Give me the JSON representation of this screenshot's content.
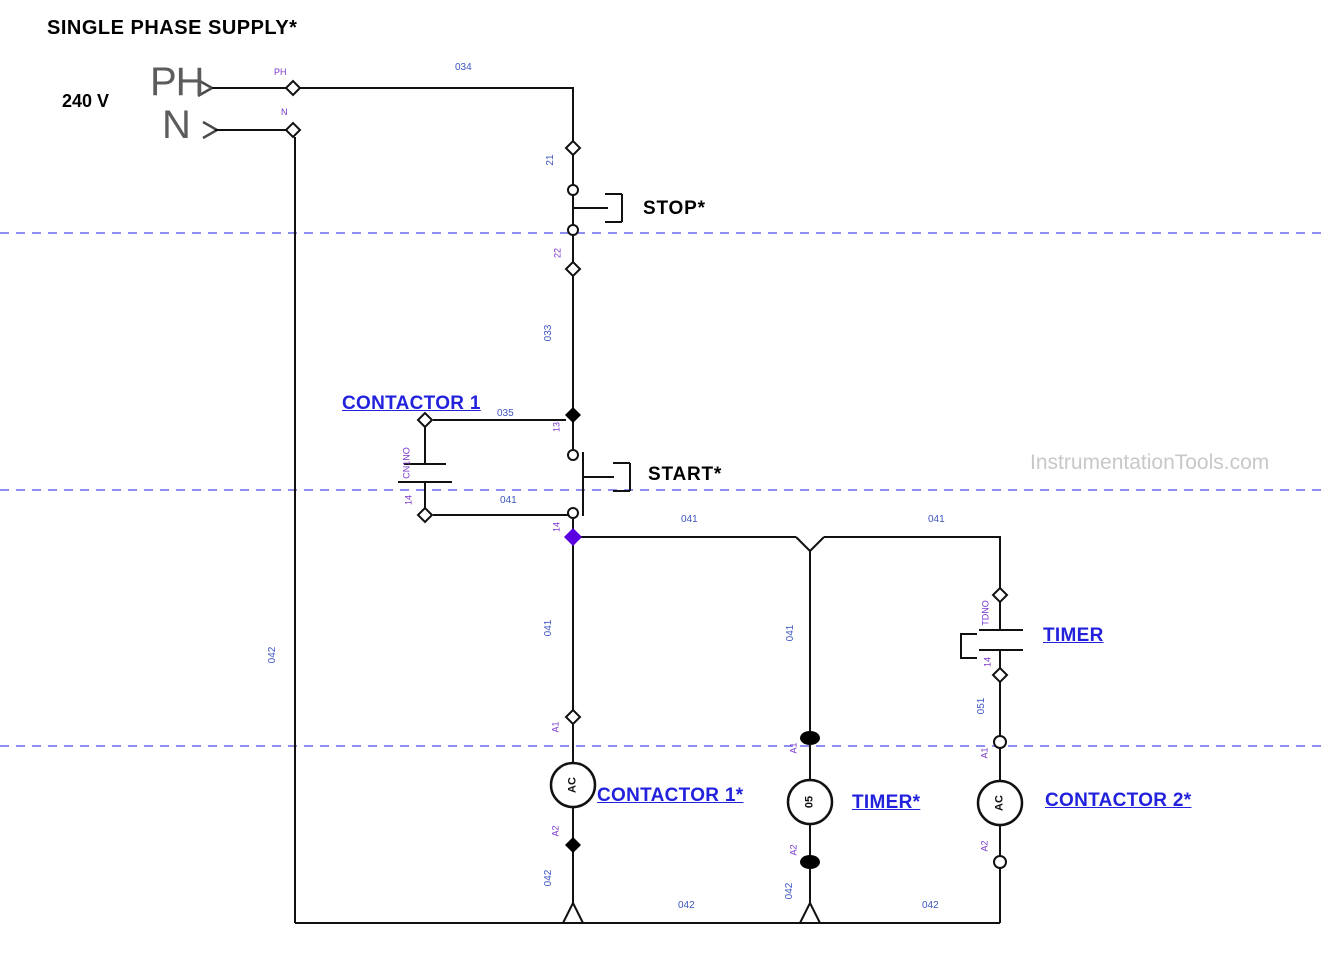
{
  "title": "SINGLE PHASE SUPPLY*",
  "supply": {
    "voltage": "240 V",
    "phase_label": "PH",
    "neutral_label": "N",
    "phase_terminal": "PH",
    "neutral_terminal": "N"
  },
  "buttons": {
    "stop": "STOP*",
    "start": "START*"
  },
  "components": {
    "contactor1_aux": "CONTACTOR 1",
    "timer_contact": "TIMER",
    "contactor1_coil": "CONTACTOR 1*",
    "timer_coil": "TIMER*",
    "contactor2_coil": "CONTACTOR 2*"
  },
  "coils": {
    "contactor1_text": "AC",
    "timer_text": "05",
    "contactor2_text": "AC"
  },
  "wire_numbers": {
    "supply": "034",
    "stop_out": "033",
    "aux_in": "035",
    "hold": "041",
    "neutral": "042",
    "timer_out": "051"
  },
  "terminal_numbers": {
    "stop_top": "21",
    "stop_bottom": "22",
    "aux_top": "CN1NO",
    "aux_bottom": "14",
    "start_top": "13",
    "start_bottom": "14",
    "timer_top": "TDNO",
    "timer_bottom": "14",
    "coil_top": "A1",
    "coil_bottom": "A2"
  },
  "watermark": "InstrumentationTools.com"
}
